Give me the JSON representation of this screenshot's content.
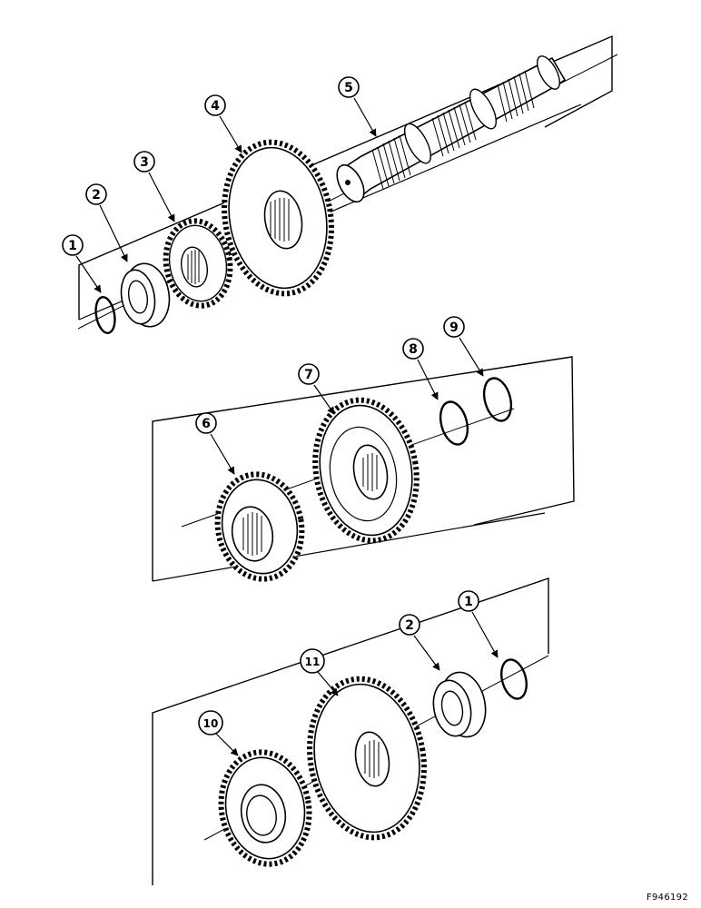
{
  "diagram": {
    "figure_number": "F946192",
    "callouts": [
      "1",
      "2",
      "3",
      "4",
      "5",
      "1",
      "2",
      "6",
      "7",
      "8",
      "9",
      "10",
      "11"
    ]
  },
  "colors": {
    "line": "#000000",
    "background": "#ffffff"
  }
}
